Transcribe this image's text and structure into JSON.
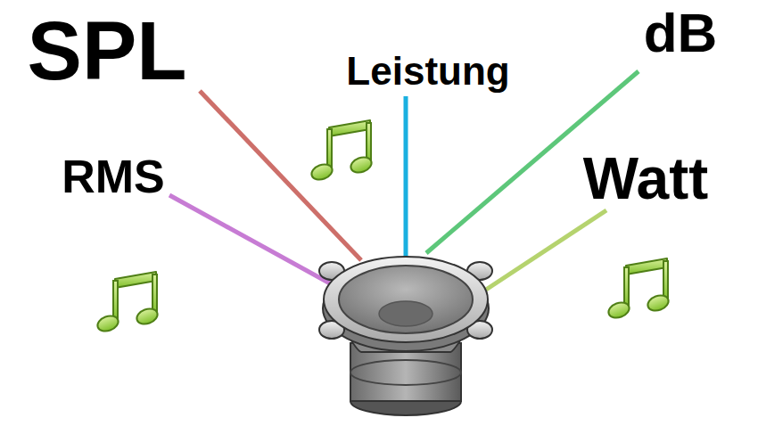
{
  "diagram": {
    "labels": [
      "SPL",
      "Leistung",
      "dB",
      "RMS",
      "Watt"
    ]
  }
}
